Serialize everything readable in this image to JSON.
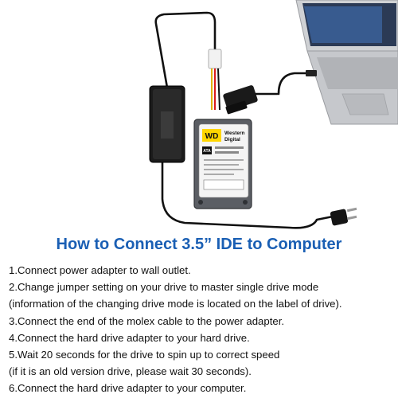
{
  "illustration": {
    "drive_brand_top": "Western",
    "drive_brand_bottom": "Digital",
    "drive_logo": "WD",
    "drive_badge": "ATA",
    "components": [
      "laptop",
      "usb-ide-adapter",
      "3.5-inch-hard-drive",
      "power-adapter-brick",
      "molex-cable",
      "us-plug"
    ]
  },
  "title": "How to Connect 3.5” IDE to Computer",
  "steps": [
    "1.Connect power adapter to wall outlet.",
    "2.Change jumper setting on your drive to master single drive mode",
    "(information of the changing drive mode is located on the label of drive).",
    "3.Connect the end of the molex cable to the power adapter.",
    "4.Connect the hard drive adapter to your hard drive.",
    "5.Wait 20 seconds for the drive to spin up to correct speed",
    "(if it is an old version drive, please wait 30 seconds).",
    "6.Connect the hard drive adapter to your computer."
  ],
  "colors": {
    "title": "#1a5fb4",
    "text": "#111111",
    "cable": "#111111",
    "laptop": "#c9cbcf"
  }
}
